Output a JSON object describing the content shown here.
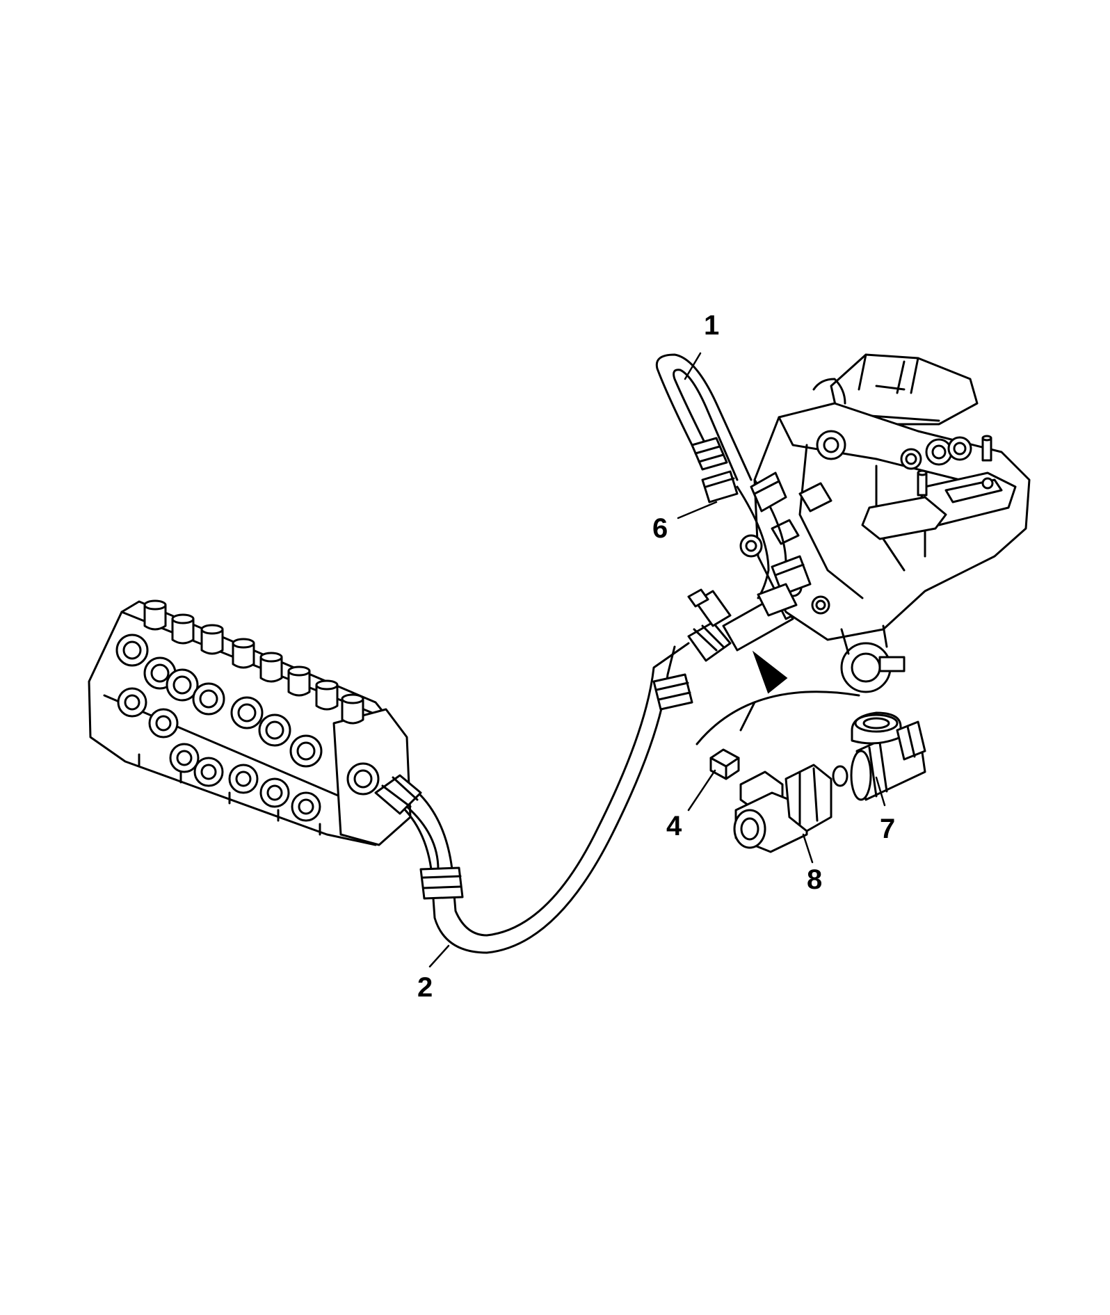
{
  "callouts": [
    {
      "id": "1",
      "label": "1"
    },
    {
      "id": "2",
      "label": "2"
    },
    {
      "id": "4",
      "label": "4"
    },
    {
      "id": "6",
      "label": "6"
    },
    {
      "id": "7",
      "label": "7"
    },
    {
      "id": "8",
      "label": "8"
    }
  ],
  "colors": {
    "line": "#000000",
    "background": "#ffffff"
  }
}
